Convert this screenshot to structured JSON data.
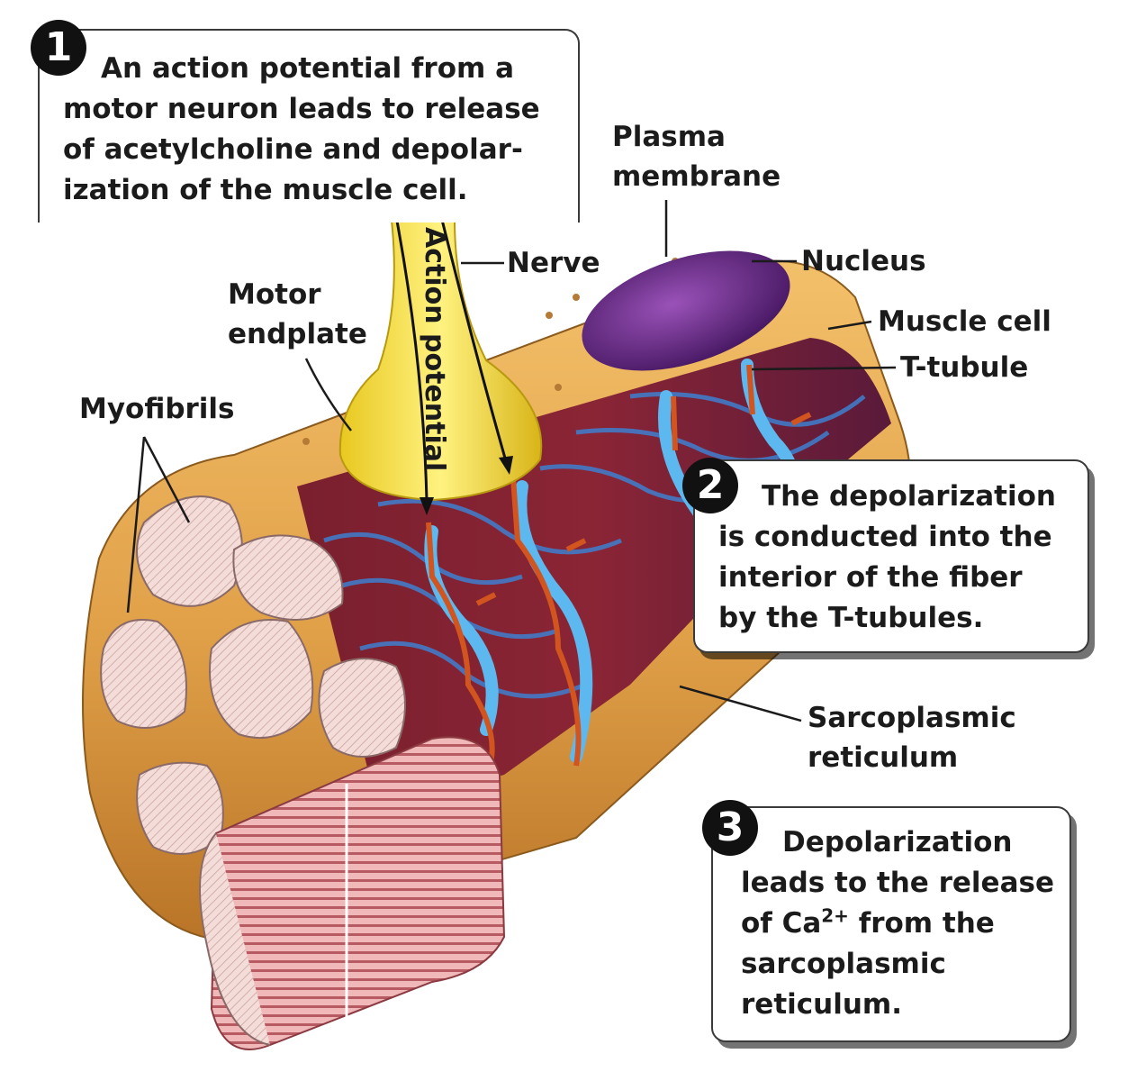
{
  "steps": [
    {
      "number": "1",
      "lines": [
        "An action potential from a",
        "motor neuron leads to release",
        "of acetylcholine and depolar-",
        "ization of the muscle cell."
      ]
    },
    {
      "number": "2",
      "lines": [
        "The depolarization",
        "is conducted into the",
        "interior of the fiber",
        "by the T-tubules."
      ]
    },
    {
      "number": "3",
      "lines": [
        "Depolarization",
        "leads to the release",
        "of Ca",
        "2+",
        " from the",
        "sarcoplasmic",
        "reticulum."
      ]
    }
  ],
  "labels": {
    "plasma_membrane": [
      "Plasma",
      "membrane"
    ],
    "nerve": "Nerve",
    "nucleus": "Nucleus",
    "muscle_cell": "Muscle cell",
    "t_tubule": "T-tubule",
    "motor_endplate": [
      "Motor",
      "endplate"
    ],
    "myofibrils": "Myofibrils",
    "action_potential": "Action potential",
    "sarcoplasmic_reticulum": [
      "Sarcoplasmic",
      "reticulum"
    ]
  },
  "colors": {
    "membrane": "#e0a048",
    "nerve": "#f0dc3a",
    "nucleus": "#6a2d86",
    "t_tubule": "#4aa8e0",
    "fibril": "#9c2a36",
    "myofibril_section": "#f2d6d2"
  }
}
